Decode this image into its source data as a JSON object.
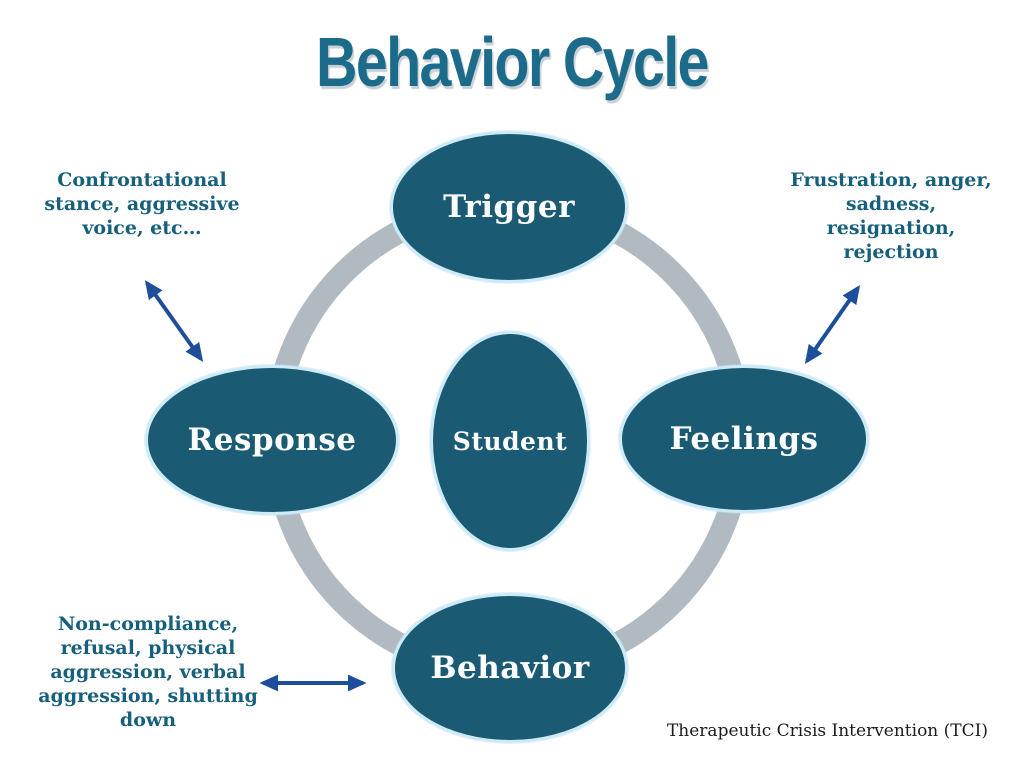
{
  "title": "Behavior Cycle",
  "footer": "Therapeutic Crisis Intervention (TCI)",
  "cycle": {
    "center": {
      "label": "Student"
    },
    "nodes": [
      {
        "id": "trigger",
        "label": "Trigger",
        "position": "top"
      },
      {
        "id": "feelings",
        "label": "Feelings",
        "position": "right"
      },
      {
        "id": "behavior",
        "label": "Behavior",
        "position": "bottom"
      },
      {
        "id": "response",
        "label": "Response",
        "position": "left"
      }
    ]
  },
  "annotations": {
    "top_left": {
      "lines": [
        "Confrontational",
        "stance, aggressive",
        "voice, etc…"
      ],
      "points_to": "Response"
    },
    "top_right": {
      "lines": [
        "Frustration, anger,",
        "sadness,",
        "resignation,",
        "rejection"
      ],
      "points_to": "Feelings"
    },
    "bottom_left": {
      "lines": [
        "Non-compliance,",
        "refusal, physical",
        "aggression, verbal",
        "aggression, shutting",
        "down"
      ],
      "points_to": "Behavior"
    }
  },
  "colors": {
    "node_fill": "#1a5a72",
    "node_border": "#cdeaf7",
    "ring_gray": "#b2bac1",
    "title_teal": "#1d6b8a",
    "annotation_teal": "#16607c",
    "arrow_blue": "#1d4e9a",
    "footer_text": "#1b1b1b",
    "background": "#ffffff"
  }
}
